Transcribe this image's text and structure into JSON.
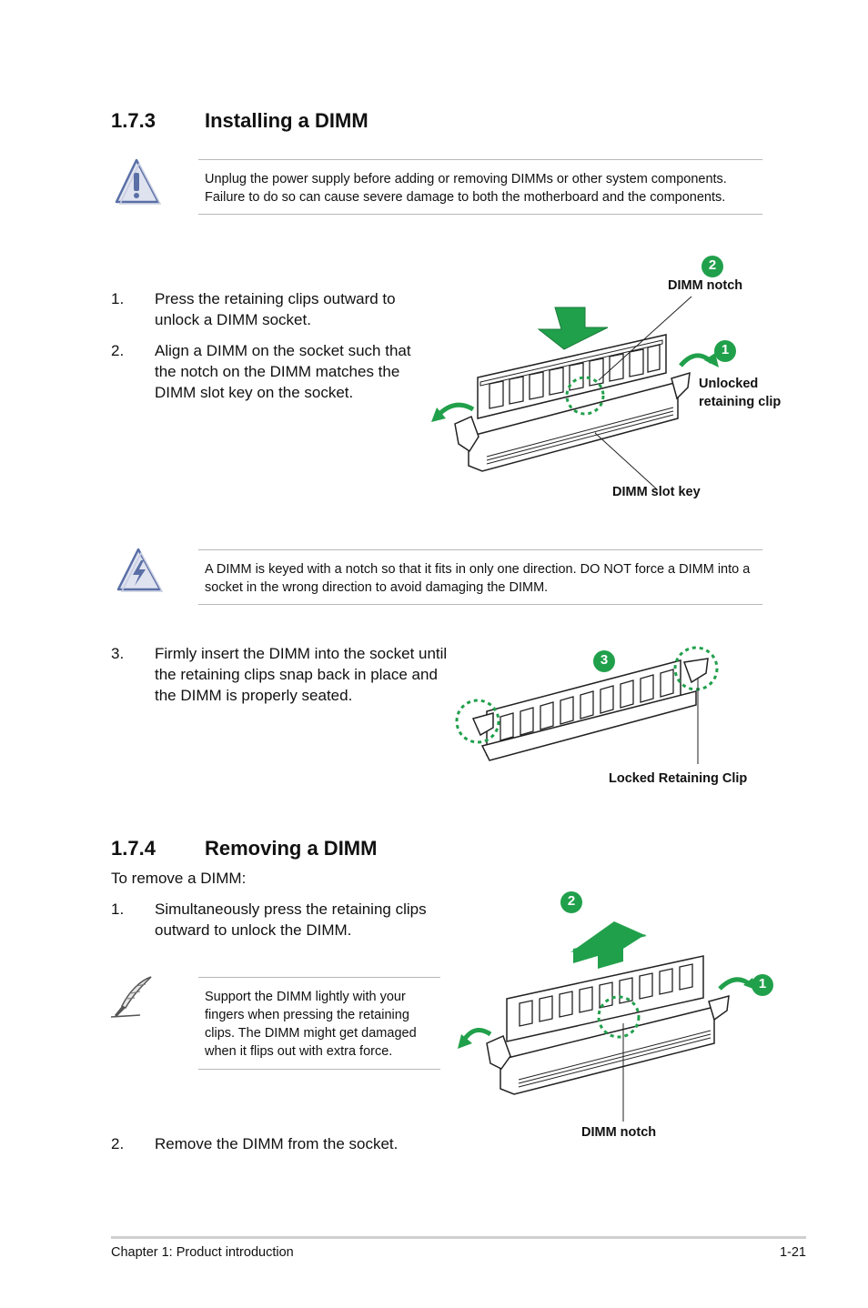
{
  "section1": {
    "number": "1.7.3",
    "title": "Installing a DIMM",
    "caution": "Unplug the power supply before adding or removing DIMMs or other system components. Failure to do so can cause severe damage to both the motherboard and the components.",
    "steps": [
      {
        "num": "1.",
        "text": "Press the retaining clips outward to unlock a DIMM socket."
      },
      {
        "num": "2.",
        "text": "Align a DIMM on the socket such that the notch on the DIMM matches the DIMM slot key on the socket."
      }
    ],
    "figure1": {
      "badge_notch": "2",
      "badge_clip": "1",
      "label_notch": "DIMM notch",
      "label_clip_1": "Unlocked",
      "label_clip_2": "retaining clip",
      "label_key": "DIMM slot key"
    },
    "warning": "A DIMM is keyed with a notch so that it fits in only one direction. DO NOT force a DIMM into a socket in the wrong direction to avoid damaging the DIMM.",
    "step3": {
      "num": "3.",
      "text": "Firmly insert the DIMM into the socket until the retaining clips snap back in place and the DIMM is properly seated."
    },
    "figure2": {
      "badge": "3",
      "label": "Locked Retaining Clip"
    }
  },
  "section2": {
    "number": "1.7.4",
    "title": "Removing a DIMM",
    "intro": "To remove a DIMM:",
    "step1": {
      "num": "1.",
      "text": "Simultaneously press the retaining clips outward to unlock the DIMM."
    },
    "note": "Support the DIMM lightly with your fingers when pressing the retaining clips. The DIMM might get damaged when it flips out with extra force.",
    "step2": {
      "num": "2.",
      "text": "Remove the DIMM from the socket."
    },
    "figure3": {
      "badge_up": "2",
      "badge_clip": "1",
      "label_notch": "DIMM notch"
    }
  },
  "footer": {
    "chapter": "Chapter 1: Product introduction",
    "page": "1-21"
  },
  "colors": {
    "accent_green": "#21a04b",
    "rule_gray": "#b8b8b8",
    "icon_blue": "#5a6fa6"
  }
}
